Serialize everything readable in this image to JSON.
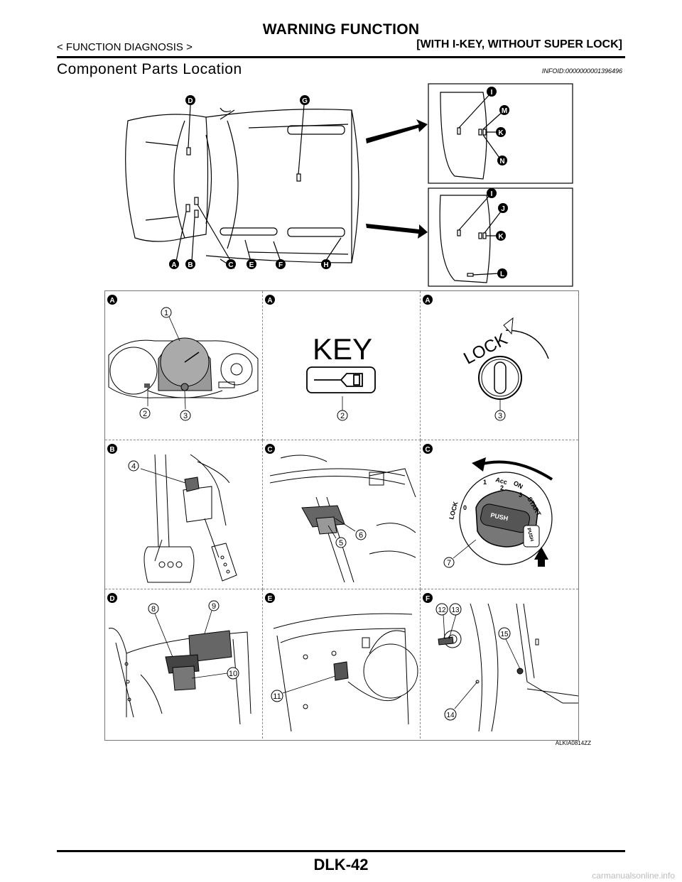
{
  "header": {
    "title": "WARNING FUNCTION",
    "left": "< FUNCTION DIAGNOSIS >",
    "right": "[WITH I-KEY, WITHOUT SUPER LOCK]"
  },
  "section": {
    "title": "Component Parts Location",
    "infoid": "INFOID:0000000001396496"
  },
  "overview": {
    "car_labels": [
      "D",
      "G",
      "A",
      "B",
      "C",
      "E",
      "F",
      "H"
    ],
    "inset_top_labels": [
      "I",
      "M",
      "K",
      "N"
    ],
    "inset_bottom_labels": [
      "I",
      "J",
      "K",
      "L"
    ]
  },
  "cells": [
    {
      "letter": "A",
      "callouts": [
        "1",
        "2",
        "3"
      ]
    },
    {
      "letter": "A",
      "text": "KEY",
      "callouts": [
        "2"
      ]
    },
    {
      "letter": "A",
      "text": "LOCK",
      "callouts": [
        "3"
      ]
    },
    {
      "letter": "B",
      "callouts": [
        "4"
      ]
    },
    {
      "letter": "C",
      "callouts": [
        "5",
        "6"
      ]
    },
    {
      "letter": "C",
      "callouts": [
        "7"
      ],
      "ign_labels": [
        "LOCK",
        "0",
        "1",
        "Acc",
        "2",
        "ON",
        "3",
        "START",
        "PUSH",
        "PUSH"
      ]
    },
    {
      "letter": "D",
      "callouts": [
        "8",
        "9",
        "10"
      ]
    },
    {
      "letter": "E",
      "callouts": [
        "11"
      ]
    },
    {
      "letter": "F",
      "callouts": [
        "12",
        "13",
        "15",
        "14"
      ]
    }
  ],
  "figure_id": "ALKIA0814ZZ",
  "page_number": "DLK-42",
  "watermark": "carmanualsonline.info"
}
